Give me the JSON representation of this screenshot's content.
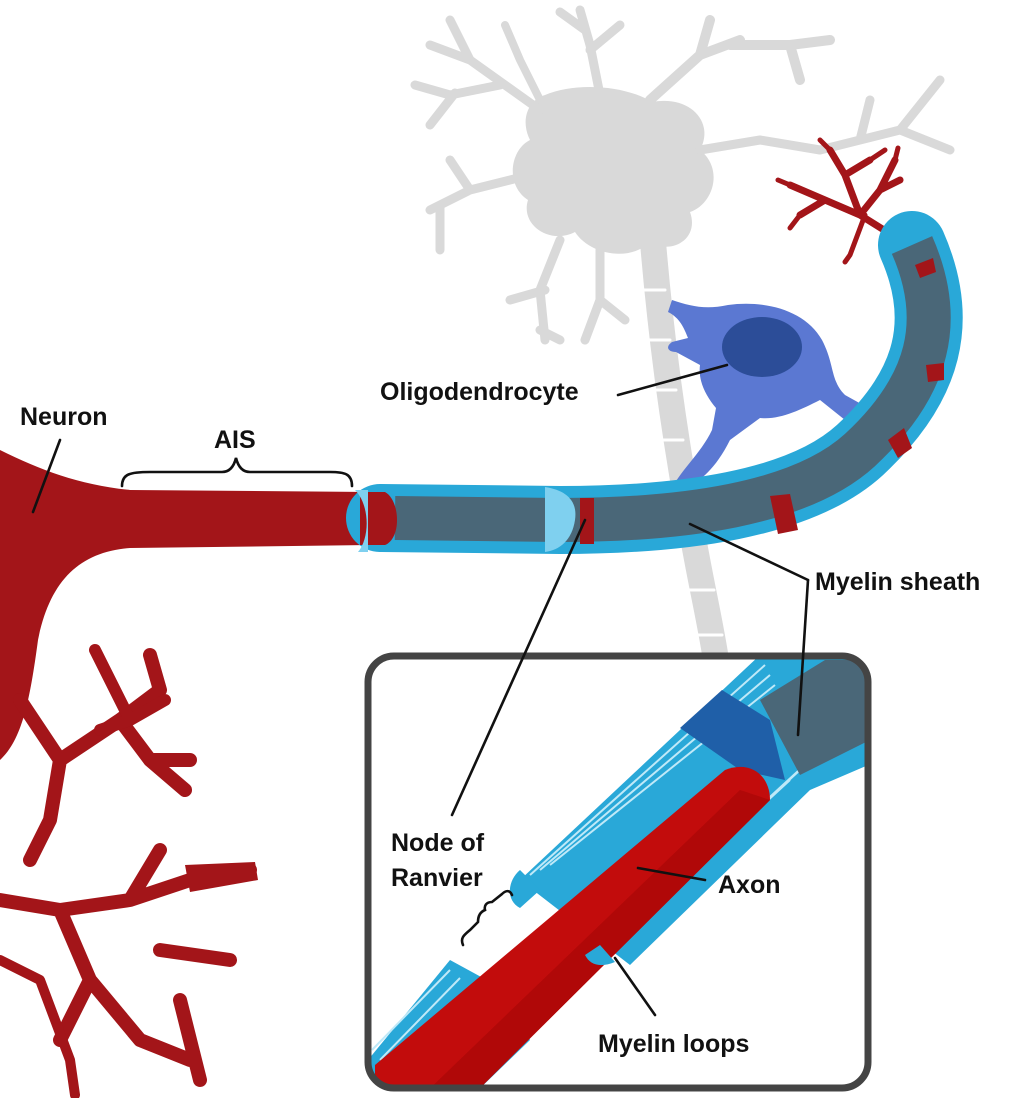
{
  "labels": {
    "neuron": "Neuron",
    "ais": "AIS",
    "oligodendrocyte": "Oligodendrocyte",
    "myelin_sheath": "Myelin sheath",
    "node_of_ranvier_line1": "Node of",
    "node_of_ranvier_line2": "Ranvier",
    "axon": "Axon",
    "myelin_loops": "Myelin loops"
  },
  "colors": {
    "neuron_red": "#a31519",
    "axon_bright_red": "#c20c0c",
    "axon_core": "#4a6778",
    "myelin_blue": "#29a8d8",
    "myelin_light": "#7fd0ef",
    "oligodendrocyte": "#5b78d2",
    "oligodendrocyte_nucleus": "#2c4d98",
    "background_neuron_gray": "#d9d9d9",
    "inset_border": "#444444"
  }
}
